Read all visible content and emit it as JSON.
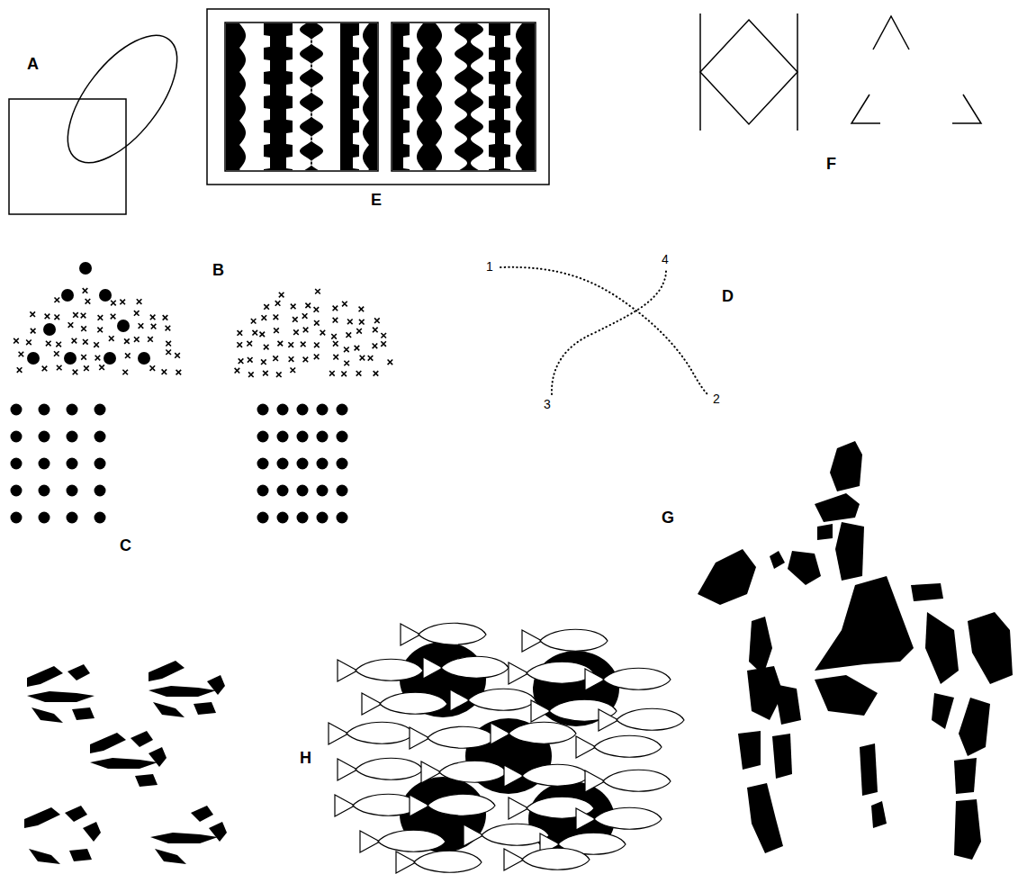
{
  "diagram": {
    "labels": [
      "A",
      "E",
      "F",
      "B",
      "D",
      "1",
      "4",
      "3",
      "2",
      "C",
      "G",
      "H"
    ]
  }
}
